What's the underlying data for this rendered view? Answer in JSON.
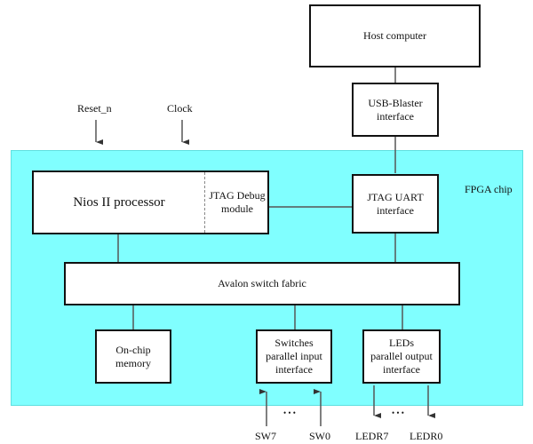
{
  "diagram": {
    "fpga_chip_label": "FPGA chip",
    "host_computer": "Host computer",
    "usb_blaster": "USB-Blaster\ninterface",
    "nios_processor": "Nios II processor",
    "jtag_debug": "JTAG  Debug\nmodule",
    "jtag_uart": "JTAG  UART\ninterface",
    "avalon": "Avalon switch fabric",
    "onchip_memory": "On-chip\nmemory",
    "switches": "Switches\nparallel input\ninterface",
    "leds": "LEDs\nparallel output\ninterface",
    "inputs": {
      "reset": "Reset_n",
      "clock": "Clock"
    },
    "io": {
      "sw7": "SW7",
      "sw0": "SW0",
      "ledr7": "LEDR7",
      "ledr0": "LEDR0",
      "ellipsis": "• • •"
    }
  }
}
